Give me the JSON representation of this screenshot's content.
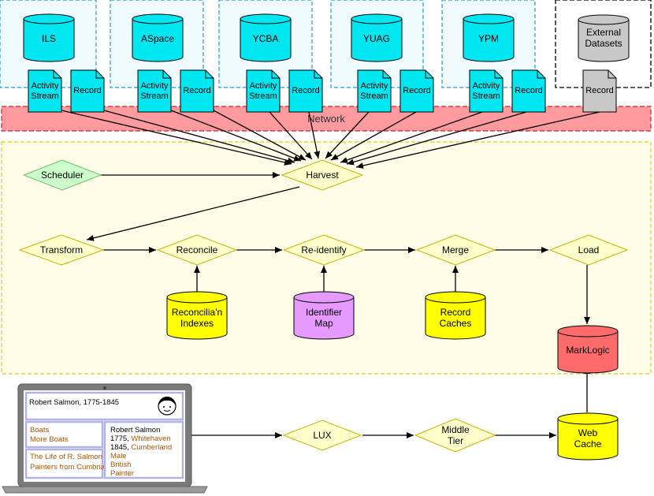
{
  "sources": [
    {
      "name": "ILS",
      "doc1": [
        "Activity",
        "Stream"
      ],
      "doc2": [
        "Record"
      ]
    },
    {
      "name": "ASpace",
      "doc1": [
        "Activity",
        "Stream"
      ],
      "doc2": [
        "Record"
      ]
    },
    {
      "name": "YCBA",
      "doc1": [
        "Activity",
        "Stream"
      ],
      "doc2": [
        "Record"
      ]
    },
    {
      "name": "YUAG",
      "doc1": [
        "Activity",
        "Stream"
      ],
      "doc2": [
        "Record"
      ]
    },
    {
      "name": "YPM",
      "doc1": [
        "Activity",
        "Stream"
      ],
      "doc2": [
        "Record"
      ]
    }
  ],
  "external": {
    "name": [
      "External",
      "Datasets"
    ],
    "record": "Record"
  },
  "network": {
    "label": "Network"
  },
  "pipeline": {
    "scheduler": "Scheduler",
    "harvest": "Harvest",
    "transform": "Transform",
    "reconcile": "Reconcile",
    "reidentify": "Re-identify",
    "merge": "Merge",
    "load": "Load"
  },
  "stores": {
    "reconciliation": [
      "Reconcilia'n",
      "Indexes"
    ],
    "identifier": [
      "Identifier",
      "Map"
    ],
    "record_caches": [
      "Record",
      "Caches"
    ],
    "marklogic": [
      "MarkLogic"
    ],
    "web_cache": [
      "Web",
      "Cache"
    ]
  },
  "frontend": {
    "lux": "LUX",
    "middle_tier": [
      "Middle",
      "Tier"
    ]
  },
  "laptop": {
    "header": "Robert Salmon, 1775-1845",
    "list1": [
      "Boats",
      "More Boats"
    ],
    "list2": [
      "The Life of R. Salmon",
      "Painters from Cumbria"
    ],
    "detail_name": "Robert Salmon",
    "detail_birth_year": "1775,",
    "detail_birth_place": "Whitehaven",
    "detail_death_year": "1845,",
    "detail_death_place": "Cumberland",
    "detail_rest": [
      "Male",
      "British",
      "Painter"
    ]
  },
  "colors": {
    "source_cyl": "#00e7f2",
    "doc_fill": "#00e7f2",
    "zone_border": "#2a9ad8",
    "external_cyl": "#c8c8c8",
    "network_fill": "#ff9a9e",
    "network_border": "#d62020",
    "pipeline_bg": "#fffde8",
    "pipeline_border": "#e8c61a",
    "diamond": "#ffffcc",
    "scheduler": "#ccffcc",
    "yellow_cyl": "#ffff00",
    "purple_cyl": "#e699ff",
    "red_cyl": "#ff6b6b",
    "laptop_frame": "#6a6a6a",
    "laptop_panel": "#b3b3e6",
    "link_text": "#b35400"
  }
}
